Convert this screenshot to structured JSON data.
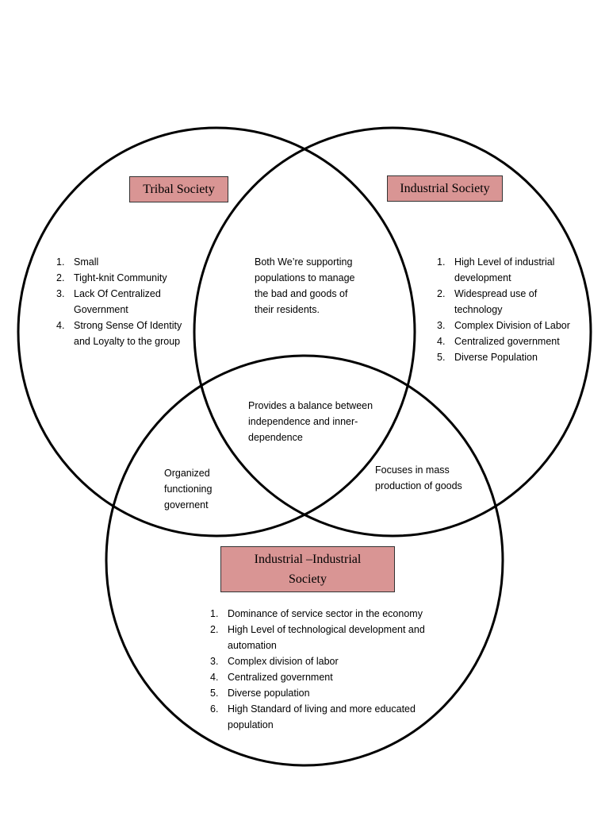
{
  "diagram": {
    "tribal": {
      "title": "Tribal Society",
      "items": [
        "Small",
        "Tight-knit Community",
        "Lack Of Centralized Government",
        "Strong Sense Of Identity and Loyalty to the group"
      ]
    },
    "industrial": {
      "title": "Industrial Society",
      "items": [
        "High Level of industrial development",
        "Widespread use of technology",
        "Complex Division of Labor",
        "Centralized government",
        "Diverse Population"
      ]
    },
    "post_industrial": {
      "title_line1": "Industrial –Industrial",
      "title_line2": "Society",
      "items": [
        "Dominance of service sector in the economy",
        "High Level of technological development and automation",
        "Complex division of labor",
        "Centralized government",
        "Diverse population",
        "High Standard of living and more educated population"
      ]
    },
    "overlaps": {
      "tribal_industrial": "Both We’re supporting populations to manage the bad and goods of their residents.",
      "all_three": "Provides a balance between independence and inner-dependence",
      "tribal_post": "Organized functioning governent",
      "industrial_post": "Focuses in mass production of goods"
    }
  }
}
